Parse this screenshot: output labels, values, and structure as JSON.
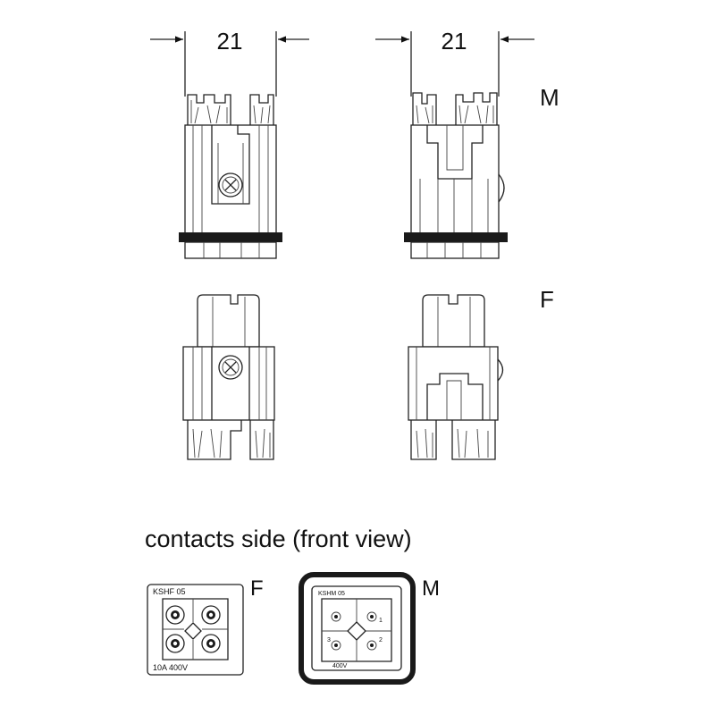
{
  "dimensions": {
    "left_width": "21",
    "right_width": "21"
  },
  "labels": {
    "male": "M",
    "female": "F",
    "section_title": "contacts side (front view)",
    "front_female": "F",
    "front_male": "M"
  },
  "front_view_female": {
    "marking": "KSHF 05",
    "rating": "10A  400V",
    "pins": [
      "",
      "",
      "",
      ""
    ]
  },
  "front_view_male": {
    "marking": "KSHM 05",
    "pins": [
      "",
      "1",
      "3",
      "2"
    ],
    "footer": "400V"
  }
}
